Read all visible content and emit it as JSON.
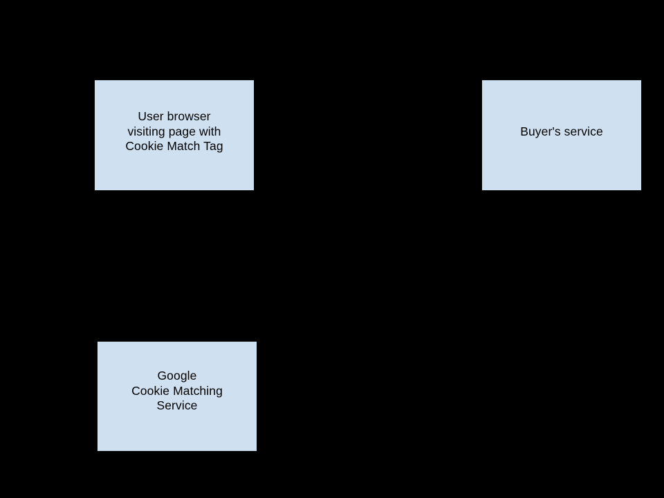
{
  "diagram": {
    "type": "flow-diagram",
    "background_color": "#000000",
    "node_fill_color": "#cfe0f0",
    "node_border_color": "#0d0d0d",
    "text_color": "#000000",
    "nodes": [
      {
        "id": "user-browser",
        "label": "User browser\nvisiting page with\nCookie Match Tag",
        "lines": [
          "User browser",
          "visiting page with",
          "Cookie Match Tag"
        ]
      },
      {
        "id": "buyers-service",
        "label": "Buyer's service",
        "lines": [
          "Buyer's service"
        ]
      },
      {
        "id": "google-cookie-matching",
        "label": "Google\nCookie Matching\nService",
        "lines": [
          "Google",
          "Cookie Matching",
          "Service"
        ]
      }
    ]
  }
}
